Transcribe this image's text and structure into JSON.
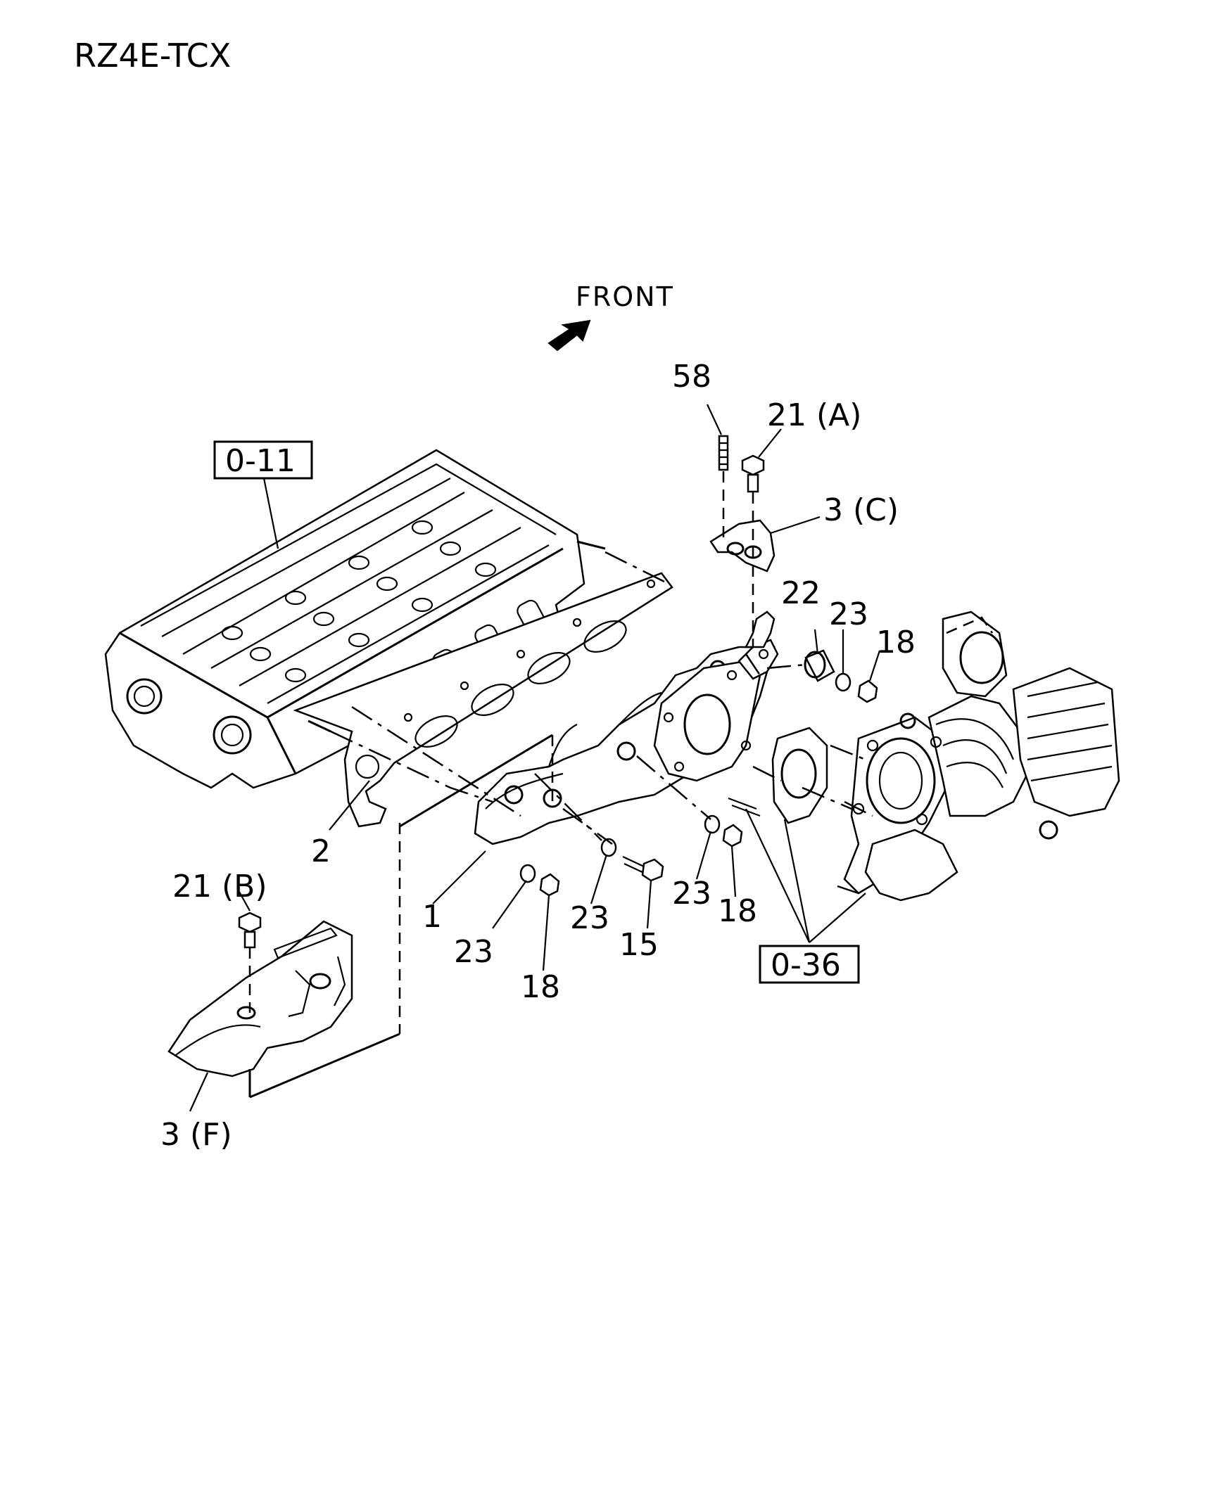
{
  "header": {
    "model": "RZ4E-TCX"
  },
  "direction": {
    "label": "FRONT"
  },
  "references": {
    "head": "0-11",
    "turbo": "0-36"
  },
  "callouts": {
    "c58": "58",
    "c21a": "21 (A)",
    "c3c": "3 (C)",
    "c22": "22",
    "c23_top": "23",
    "c18_top": "18",
    "c2": "2",
    "c1": "1",
    "c23_a": "23",
    "c18_a": "18",
    "c23_b": "23",
    "c15": "15",
    "c23_c": "23",
    "c18_c": "18",
    "c21b": "21 (B)",
    "c3f": "3 (F)"
  }
}
